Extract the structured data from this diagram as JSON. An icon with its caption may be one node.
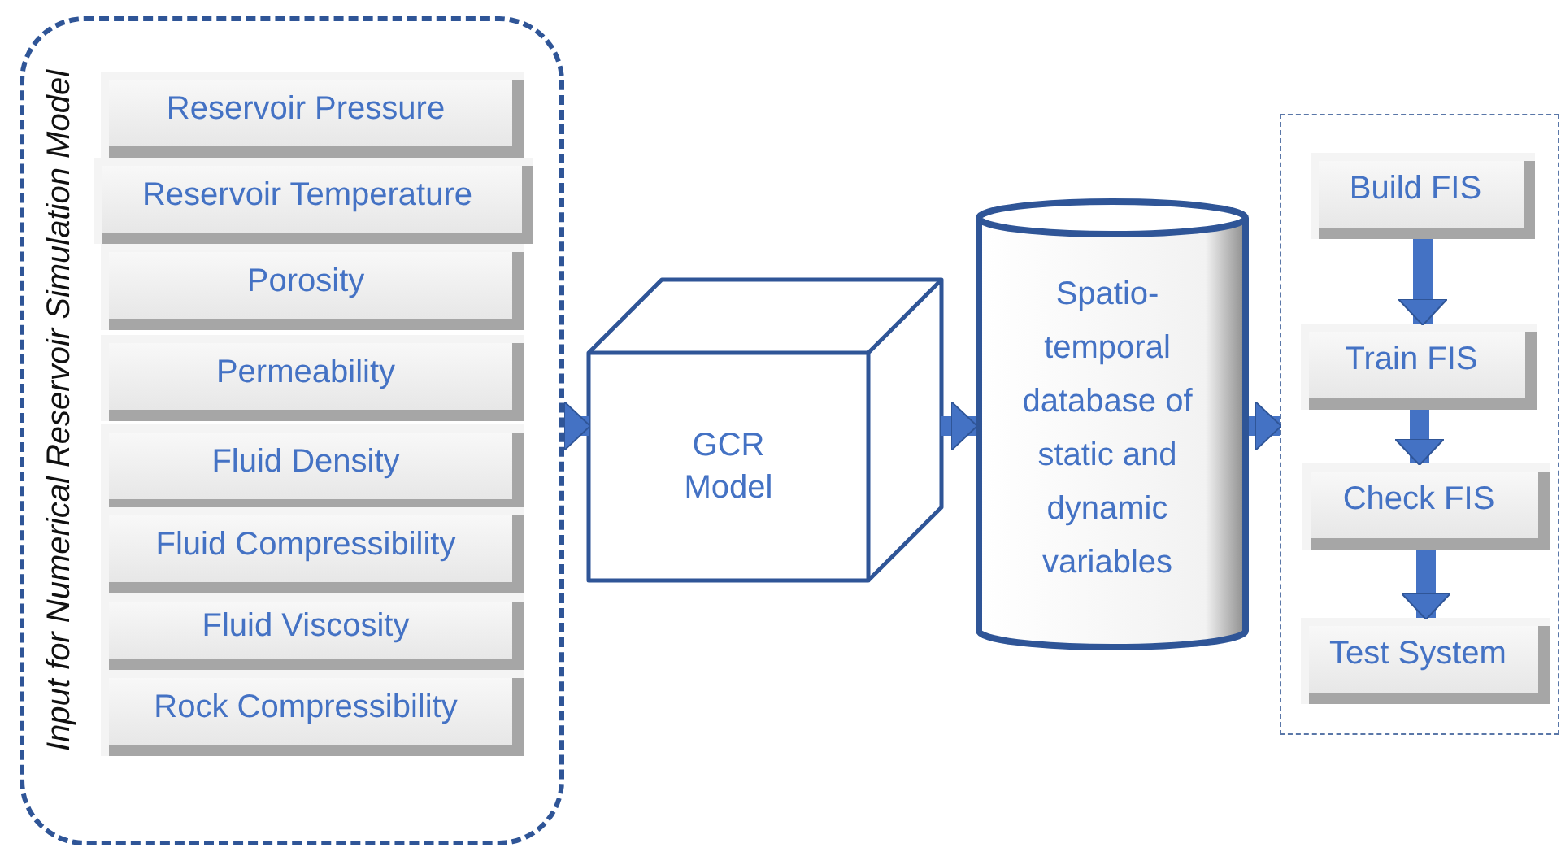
{
  "diagram": {
    "nodes": [
      {
        "text": [
          "Input for Numerical Reservoir Simulation Model"
        ]
      },
      {
        "text": [
          "Reservoir Pressure"
        ],
        "in": 0
      },
      {
        "text": [
          "Reservoir Temperature"
        ],
        "in": 0
      },
      {
        "text": [
          "Porosity"
        ],
        "in": 0
      },
      {
        "text": [
          "Permeability"
        ],
        "in": 0
      },
      {
        "text": [
          "Fluid Density"
        ],
        "in": 0
      },
      {
        "text": [
          "Fluid Compressibility"
        ],
        "in": 0
      },
      {
        "text": [
          "Fluid Viscosity"
        ],
        "in": 0
      },
      {
        "text": [
          "Rock Compressibility"
        ],
        "in": 0
      },
      {
        "text": [
          "GCR Model"
        ]
      },
      {
        "text": [
          "Spatio-temporal database of static and dynamic variables"
        ]
      },
      {
        "text": [],
        "shape": "box"
      },
      {
        "text": [
          "Build FIS"
        ],
        "in": 11
      },
      {
        "text": [
          "Train FIS"
        ],
        "in": 11
      },
      {
        "text": [
          "Check FIS"
        ],
        "in": 11
      },
      {
        "text": [
          "Test System"
        ],
        "in": 11
      }
    ],
    "edges": [
      {
        "from": 0,
        "to": 9,
        "arrow": "to"
      },
      {
        "from": 9,
        "to": 10,
        "arrow": "to"
      },
      {
        "from": 10,
        "to": 11,
        "arrow": "to"
      },
      {
        "from": 12,
        "to": 13,
        "arrow": "to"
      },
      {
        "from": 13,
        "to": 14,
        "arrow": "to"
      },
      {
        "from": 14,
        "to": 15,
        "arrow": "to"
      }
    ]
  }
}
